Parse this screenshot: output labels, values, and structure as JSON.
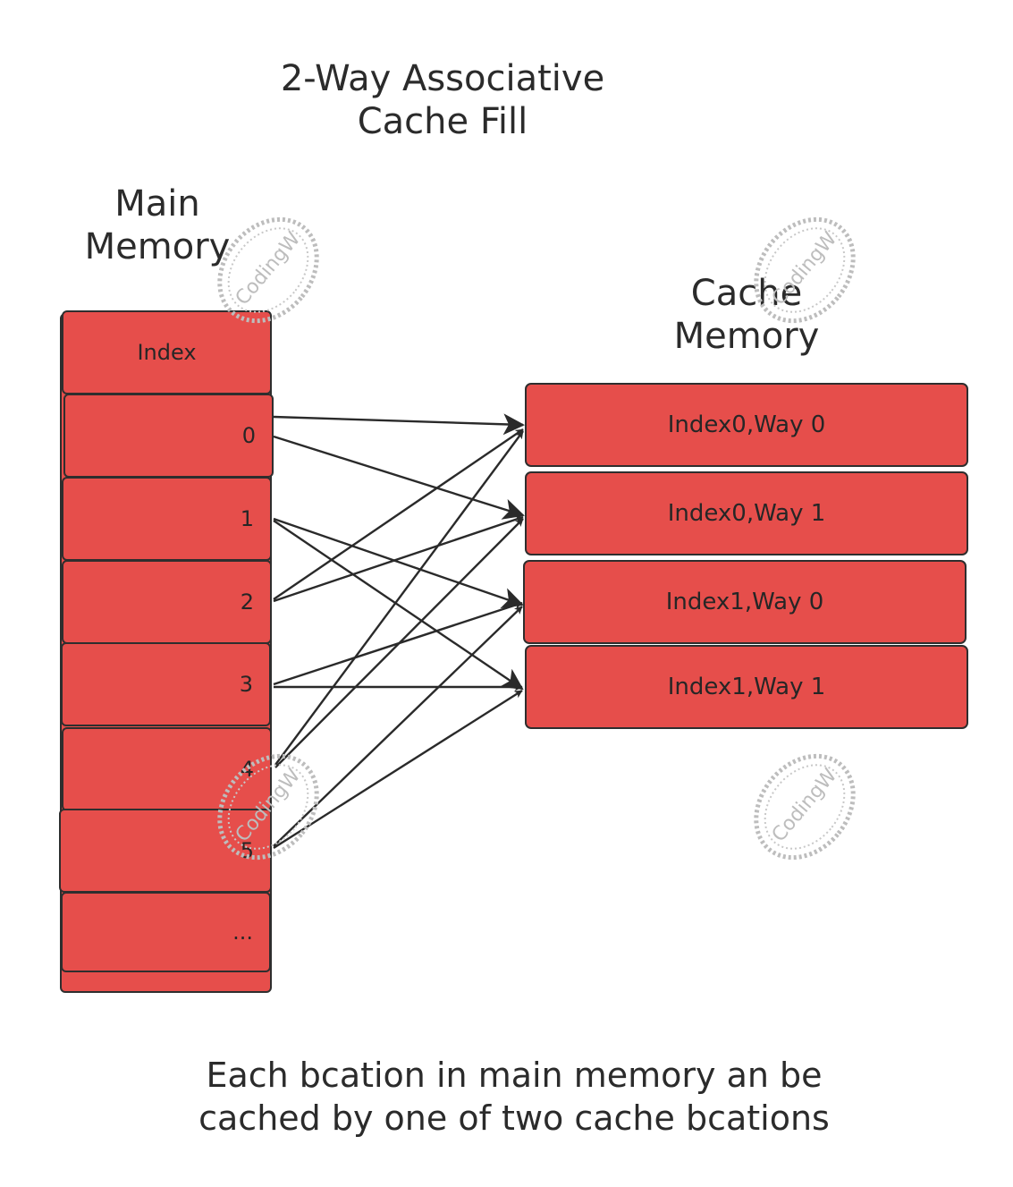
{
  "title": {
    "line1": "2-Way Associative",
    "line2": "Cache Fill"
  },
  "main_memory": {
    "label_line1": "Main",
    "label_line2": "Memory",
    "header": "Index",
    "rows": [
      "0",
      "1",
      "2",
      "3",
      "4",
      "5",
      "..."
    ]
  },
  "cache_memory": {
    "label_line1": "Cache",
    "label_line2": "Memory",
    "slots": [
      "Index0,Way 0",
      "Index0,Way 1",
      "Index1,Way 0",
      "Index1,Way 1"
    ]
  },
  "mappings": [
    {
      "from": "0",
      "to": [
        "Index0,Way 0",
        "Index0,Way 1"
      ]
    },
    {
      "from": "1",
      "to": [
        "Index1,Way 0",
        "Index1,Way 1"
      ]
    },
    {
      "from": "2",
      "to": [
        "Index0,Way 0",
        "Index0,Way 1"
      ]
    },
    {
      "from": "3",
      "to": [
        "Index1,Way 0",
        "Index1,Way 1"
      ]
    },
    {
      "from": "4",
      "to": [
        "Index0,Way 0",
        "Index0,Way 1"
      ]
    },
    {
      "from": "5",
      "to": [
        "Index1,Way 0",
        "Index1,Way 1"
      ]
    }
  ],
  "caption": {
    "line1": "Each bcation in main memory an be",
    "line2": "cached by one of two cache bcations"
  },
  "watermark": "CodingW",
  "colors": {
    "cell_fill": "#e64e4b",
    "stroke": "#2e2e2e",
    "text": "#2b2b2b"
  }
}
